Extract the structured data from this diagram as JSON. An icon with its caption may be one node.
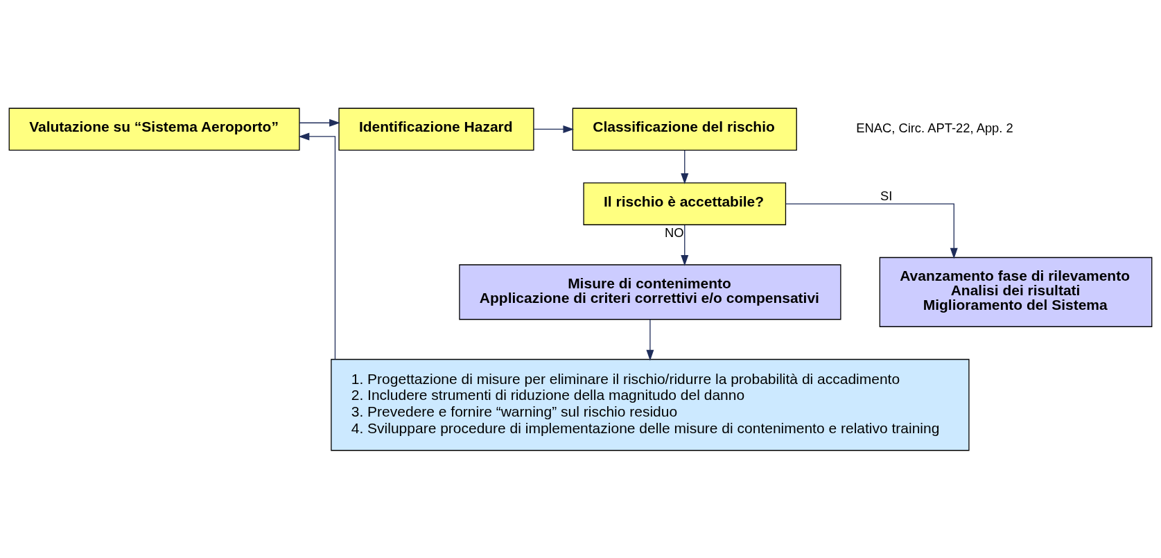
{
  "diagram": {
    "nodes": [
      {
        "text": [
          "Valutazione su “Sistema Aeroporto”"
        ]
      },
      {
        "text": [
          "Identificazione Hazard"
        ]
      },
      {
        "text": [
          "Classificazione del rischio"
        ]
      },
      {
        "text": [
          "Il rischio è accettabile?"
        ]
      },
      {
        "text": [
          "Misure di contenimento",
          "Applicazione di criteri correttivi e/o compensativi"
        ]
      },
      {
        "text": [
          "Avanzamento fase di rilevamento",
          "Analisi dei risultati",
          "Miglioramento del Sistema"
        ]
      },
      {
        "text": [
          "1. Progettazione di misure per eliminare il rischio/ridurre la probabilità di accadimento",
          "2. Includere strumenti di riduzione della magnitudo del danno",
          "3. Prevedere e fornire “warning” sul rischio residuo",
          "4. Sviluppare procedure di implementazione delle misure di contenimento e relativo training"
        ]
      }
    ],
    "edges": [
      {
        "from": 0,
        "to": 1,
        "arrow": "to"
      },
      {
        "from": 1,
        "to": 2,
        "arrow": "to"
      },
      {
        "from": 2,
        "to": 3,
        "arrow": "to"
      },
      {
        "from": 3,
        "to": 4,
        "arrow": "to",
        "label": "NO"
      },
      {
        "from": 3,
        "to": 5,
        "arrow": "to",
        "label": "SI"
      },
      {
        "from": 4,
        "to": 6,
        "arrow": "to"
      },
      {
        "from": 6,
        "to": 0,
        "arrow": "to"
      }
    ],
    "labels": [
      "ENAC, Circ. APT-22, App. 2"
    ]
  }
}
